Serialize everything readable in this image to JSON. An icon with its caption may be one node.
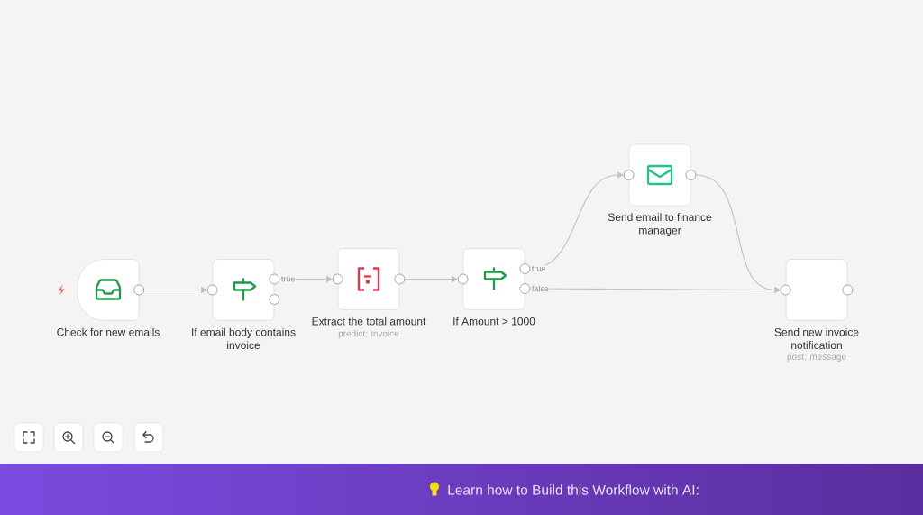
{
  "diagram": {
    "nodes": [
      {
        "text": [
          "Check for new emails"
        ]
      },
      {
        "text": [
          "If email body contains invoice"
        ]
      },
      {
        "text": [
          "Extract the total amount",
          "predict: invoice"
        ]
      },
      {
        "text": [
          "If Amount > 1000"
        ]
      },
      {
        "text": [
          "Send email to finance manager"
        ]
      },
      {
        "text": [
          "Send new invoice notification",
          "post: message"
        ]
      }
    ],
    "edges": [
      {
        "from": 0,
        "to": 1,
        "arrow": "to"
      },
      {
        "from": 1,
        "to": 2,
        "arrow": "to",
        "label": "true"
      },
      {
        "from": 2,
        "to": 3,
        "arrow": "to"
      },
      {
        "from": 3,
        "to": 4,
        "arrow": "to",
        "label": "true"
      },
      {
        "from": 3,
        "to": 5,
        "arrow": "to",
        "label": "false"
      },
      {
        "from": 4,
        "to": 5,
        "arrow": "to"
      }
    ],
    "labels": [
      "Learn how to Build this Workflow with AI:"
    ]
  }
}
